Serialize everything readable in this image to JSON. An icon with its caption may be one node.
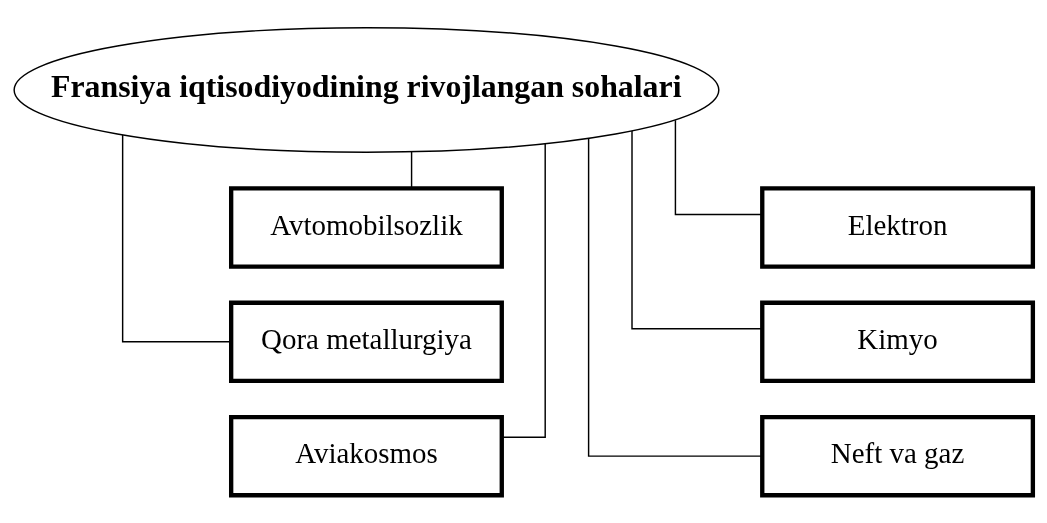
{
  "diagram": {
    "nodes": [
      {
        "text": [
          "Fransiya iqtisodiyodining rivojlangan sohalari"
        ]
      },
      {
        "text": [
          "Avtomobilsozlik"
        ]
      },
      {
        "text": [
          "Elektron"
        ]
      },
      {
        "text": [
          "Qora metallurgiya"
        ]
      },
      {
        "text": [
          "Kimyo"
        ]
      },
      {
        "text": [
          "Aviakosmos"
        ]
      },
      {
        "text": [
          "Neft va gaz"
        ]
      }
    ],
    "edges": [
      {
        "from": 0,
        "to": 1,
        "arrow": "none"
      },
      {
        "from": 0,
        "to": 2,
        "arrow": "none"
      },
      {
        "from": 0,
        "to": 3,
        "arrow": "none"
      },
      {
        "from": 0,
        "to": 4,
        "arrow": "none"
      },
      {
        "from": 0,
        "to": 5,
        "arrow": "none"
      },
      {
        "from": 0,
        "to": 6,
        "arrow": "none"
      }
    ]
  }
}
